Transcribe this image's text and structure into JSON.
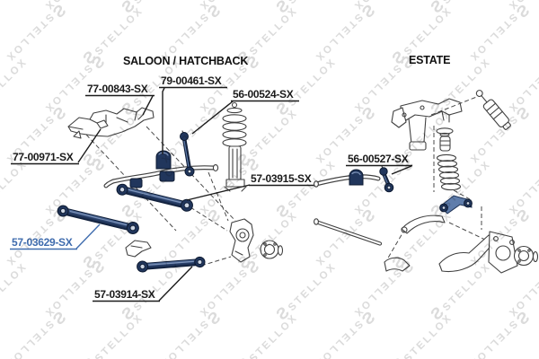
{
  "page": {
    "background": "#ffffff",
    "type": "parts-catalog-diagram"
  },
  "watermark": {
    "brand": "STELLOX",
    "logo_glyph": "S",
    "color": "#dbdbdb"
  },
  "sections": {
    "saloon": {
      "title": "SALOON / HATCHBACK"
    },
    "estate": {
      "title": "ESTATE"
    }
  },
  "part_labels": {
    "p77_00843": {
      "text": "77-00843-SX",
      "highlighted": false
    },
    "p79_00461": {
      "text": "79-00461-SX",
      "highlighted": false
    },
    "p56_00524": {
      "text": "56-00524-SX",
      "highlighted": false
    },
    "p77_00971": {
      "text": "77-00971-SX",
      "highlighted": false
    },
    "p57_03915": {
      "text": "57-03915-SX",
      "highlighted": false
    },
    "p57_03629": {
      "text": "57-03629-SX",
      "highlighted": true
    },
    "p57_03914": {
      "text": "57-03914-SX",
      "highlighted": false
    },
    "p56_00527": {
      "text": "56-00527-SX",
      "highlighted": false
    }
  },
  "colors": {
    "label_text": "#1b1b1b",
    "highlight_label": "#3f6cae",
    "part_dark_navy": "#21365c",
    "part_highlight": "#7d93b8",
    "line_art": "#414141",
    "watermark": "#dbdbdb"
  }
}
